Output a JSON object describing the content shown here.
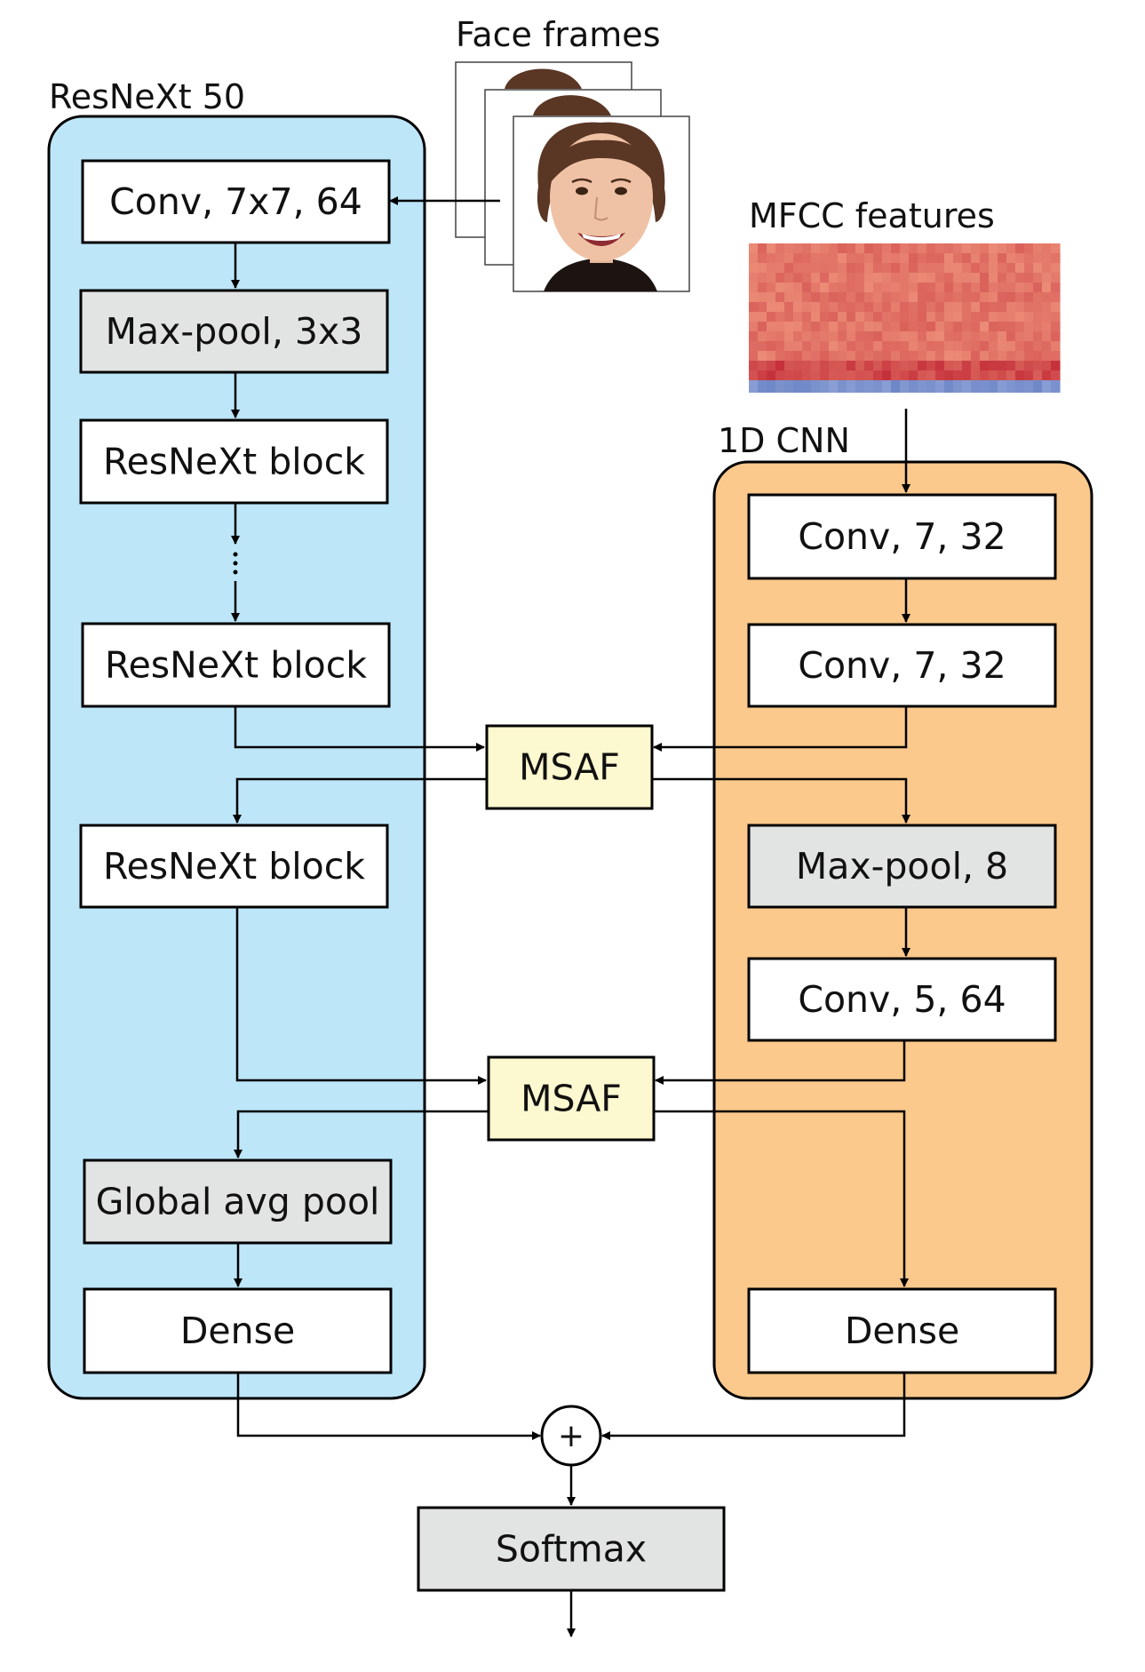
{
  "groups": {
    "resnext": {
      "title": "ResNeXt 50",
      "color": "#bde6f9"
    },
    "cnn1d": {
      "title": "1D CNN",
      "color": "#fbc98c"
    }
  },
  "inputs": {
    "face": {
      "title": "Face frames"
    },
    "mfcc": {
      "title": "MFCC features"
    }
  },
  "blocks": {
    "r_conv": {
      "label": "Conv, 7x7, 64",
      "kind": "layer"
    },
    "r_maxpool": {
      "label": "Max-pool, 3x3",
      "kind": "pool"
    },
    "r_block1": {
      "label": "ResNeXt block",
      "kind": "layer"
    },
    "r_block2": {
      "label": "ResNeXt block",
      "kind": "layer"
    },
    "r_block3": {
      "label": "ResNeXt block",
      "kind": "layer"
    },
    "r_gap": {
      "label": "Global avg pool",
      "kind": "pool"
    },
    "r_dense": {
      "label": "Dense",
      "kind": "layer"
    },
    "a_conv1": {
      "label": "Conv, 7, 32",
      "kind": "layer"
    },
    "a_conv2": {
      "label": "Conv, 7, 32",
      "kind": "layer"
    },
    "a_maxpool": {
      "label": "Max-pool, 8",
      "kind": "pool"
    },
    "a_conv3": {
      "label": "Conv, 5, 64",
      "kind": "layer"
    },
    "a_dense": {
      "label": "Dense",
      "kind": "layer"
    },
    "msaf1": {
      "label": "MSAF",
      "kind": "fusion"
    },
    "msaf2": {
      "label": "MSAF",
      "kind": "fusion"
    },
    "softmax": {
      "label": "Softmax",
      "kind": "pool"
    }
  },
  "sum_node": {
    "symbol": "+"
  },
  "colors": {
    "layer": "#ffffff",
    "pool": "#e2e3e3",
    "fusion": "#fcf8cf",
    "mfcc_base": "#eb8a76",
    "mfcc_band": "#c5303a",
    "mfcc_bottom": "#6d86c6",
    "line": "#000000"
  }
}
